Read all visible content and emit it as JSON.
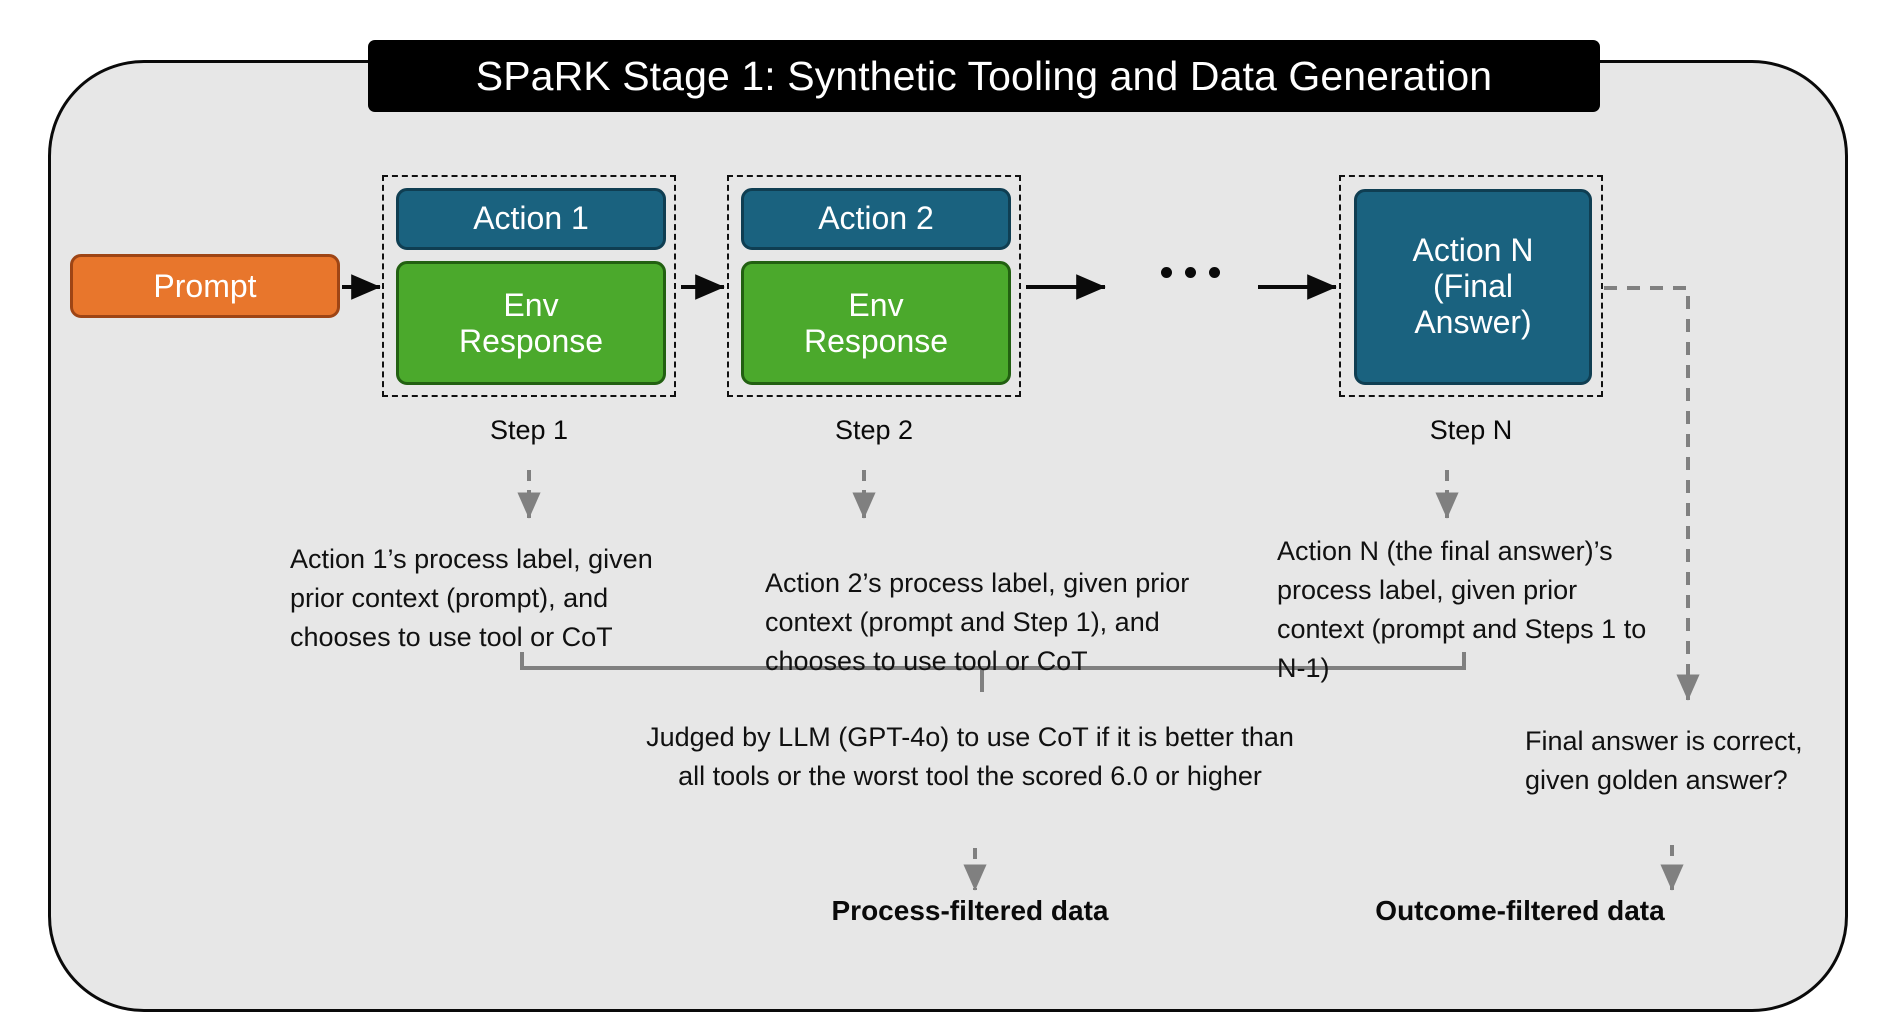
{
  "title": "SPaRK Stage 1: Synthetic Tooling and Data Generation",
  "nodes": {
    "prompt": "Prompt",
    "action_1": "Action 1",
    "env_1": "Env\nResponse",
    "action_2": "Action 2",
    "env_2": "Env\nResponse",
    "action_n": "Action N\n(Final\nAnswer)",
    "ellipsis": "..."
  },
  "step_captions": {
    "step_1": "Step 1",
    "step_2": "Step 2",
    "step_n": "Step N"
  },
  "descriptions": {
    "step_1": "Action 1’s process label, given prior context (prompt), and chooses to use tool or CoT",
    "step_2": "Action 2’s process label, given prior context (prompt and Step 1), and chooses to use tool or CoT",
    "step_n": "Action N (the final answer)’s process label, given prior context (prompt and Steps 1 to N-1)"
  },
  "judge": "Judged by LLM (GPT-4o) to use CoT if it is better than all tools or the worst tool the scored 6.0 or higher",
  "outcome_question": "Final answer is correct, given golden answer?",
  "results": {
    "process": "Process-filtered data",
    "outcome": "Outcome-filtered data"
  },
  "colors": {
    "canvas": "#ffffff",
    "panel_bg": "#e7e7e7",
    "panel_border": "#0a0a0a",
    "title_bg": "#000000",
    "title_fg": "#ffffff",
    "prompt_fill": "#e8762c",
    "prompt_stroke": "#9e4515",
    "action_fill": "#1a627f",
    "action_stroke": "#0f3e52",
    "env_fill": "#4ba92c",
    "env_stroke": "#226011",
    "solid_arrow": "#0a0a0a",
    "dashed_arrow": "#808080",
    "bracket": "#808080"
  }
}
